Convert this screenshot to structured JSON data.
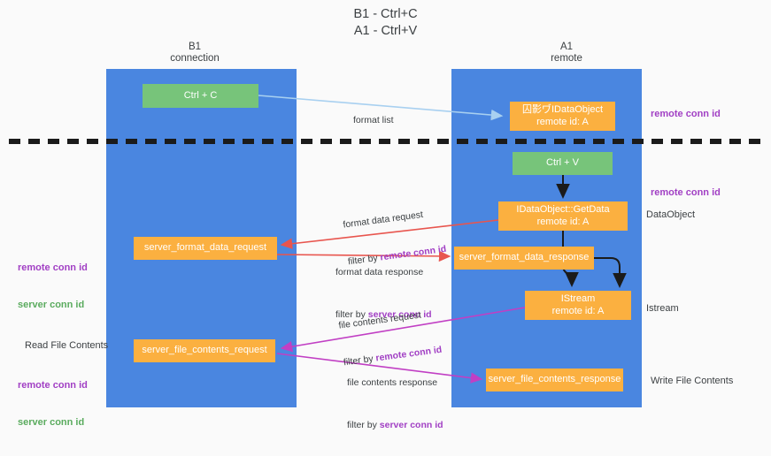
{
  "title": "B1 - Ctrl+C\nA1 - Ctrl+V",
  "columns": {
    "left": {
      "name": "B1",
      "role": "connection",
      "label": "B1\nconnection"
    },
    "right": {
      "name": "A1",
      "role": "remote",
      "label": "A1\nremote"
    }
  },
  "nodes": {
    "ctrl_c": {
      "label": "Ctrl + C",
      "color": "#77c47a",
      "lane": "B1"
    },
    "idataobject": {
      "line1": "囚影ヷIDataObject",
      "line2": "remote id: A",
      "color": "#fbb040",
      "lane": "A1"
    },
    "ctrl_v": {
      "label": "Ctrl + V",
      "color": "#77c47a",
      "lane": "A1"
    },
    "getdata": {
      "line1": "IDataObject::GetData",
      "line2": "remote id: A",
      "color": "#fbb040",
      "lane": "A1"
    },
    "server_format_data_request": {
      "label": "server_format_data_request",
      "color": "#fbb040",
      "lane": "B1"
    },
    "server_format_data_response": {
      "label": "server_format_data_response",
      "color": "#fbb040",
      "lane": "A1"
    },
    "istream": {
      "line1": "IStream",
      "line2": "remote id: A",
      "color": "#fbb040",
      "lane": "A1"
    },
    "server_file_contents_request": {
      "label": "server_file_contents_request",
      "color": "#fbb040",
      "lane": "B1"
    },
    "server_file_contents_response": {
      "label": "server_file_contents_response",
      "color": "#fbb040",
      "lane": "A1"
    }
  },
  "edges": [
    {
      "name": "format-list",
      "label": "format list",
      "filter": "",
      "filter_key": "",
      "color": "#a8d0f0",
      "direction": "left-to-right"
    },
    {
      "name": "format-data-request",
      "label": "format data request",
      "filter": "filter by ",
      "filter_key": "remote conn id",
      "color": "#e8554e",
      "direction": "right-to-left"
    },
    {
      "name": "format-data-response",
      "label": "format data response",
      "filter": "filter by ",
      "filter_key": "server conn id",
      "color": "#e8554e",
      "direction": "left-to-right"
    },
    {
      "name": "file-contents-request",
      "label": "file contents request",
      "filter": "filter by ",
      "filter_key": "remote conn id",
      "color": "#c13fc4",
      "direction": "right-to-left"
    },
    {
      "name": "file-contents-response",
      "label": "file contents response",
      "filter": "filter by ",
      "filter_key": "server conn id",
      "color": "#c13fc4",
      "direction": "left-to-right"
    }
  ],
  "annotations": {
    "right_remote_conn_id_1": "remote conn id",
    "right_remote_conn_id_2": "remote conn id",
    "dataobject": "DataObject",
    "istream": "Istream",
    "write_file_contents": "Write File Contents",
    "read_file_contents": "Read File Contents",
    "left_remote_conn_id": "remote conn id",
    "left_server_conn_id": "server conn id",
    "left_remote_conn_id_2": "remote conn id",
    "left_server_conn_id_2": "server conn id"
  },
  "colors": {
    "lane": "#4a86e0",
    "green_node": "#77c47a",
    "orange_node": "#fbb040",
    "purple_text": "#a13fc4",
    "green_text": "#5aab5e",
    "red_arrow": "#e8554e",
    "magenta_arrow": "#c13fc4",
    "blue_arrow": "#a8d0f0",
    "background": "#fafafa"
  }
}
